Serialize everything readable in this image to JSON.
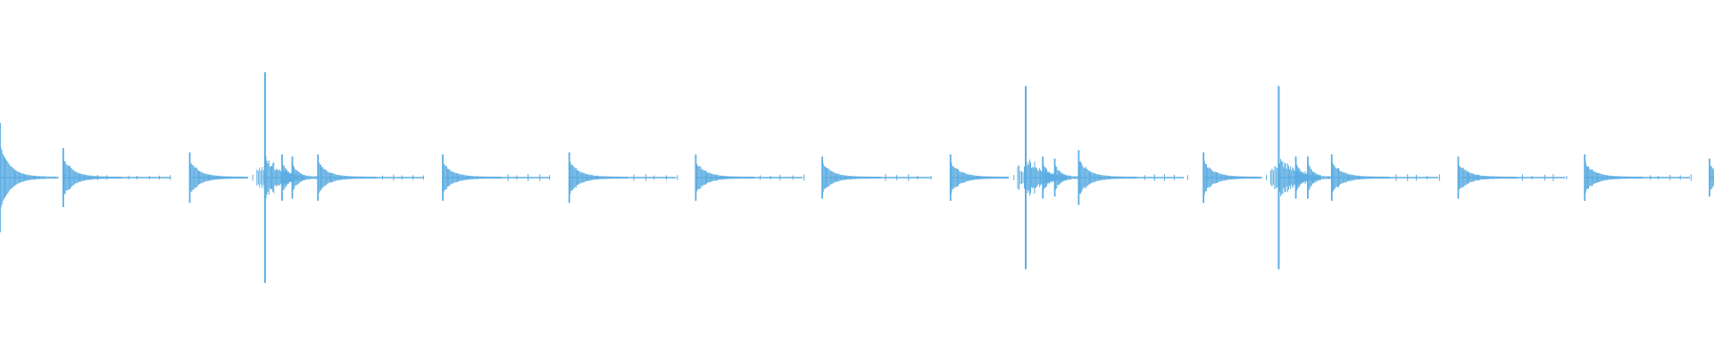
{
  "waveform": {
    "color": "#5dade2",
    "background": "#ffffff",
    "icon": "audio-waveform",
    "events": [
      {
        "t": 0.0,
        "amp": 0.52,
        "kind": "hit"
      },
      {
        "t": 0.037,
        "amp": 0.28,
        "kind": "hit"
      },
      {
        "t": 0.111,
        "amp": 0.24,
        "kind": "hit"
      },
      {
        "t": 0.155,
        "amp": 1.0,
        "kind": "accent"
      },
      {
        "t": 0.165,
        "amp": 0.22,
        "kind": "ripple"
      },
      {
        "t": 0.171,
        "amp": 0.2,
        "kind": "ripple"
      },
      {
        "t": 0.186,
        "amp": 0.22,
        "kind": "hit"
      },
      {
        "t": 0.259,
        "amp": 0.22,
        "kind": "hit"
      },
      {
        "t": 0.333,
        "amp": 0.24,
        "kind": "hit"
      },
      {
        "t": 0.407,
        "amp": 0.22,
        "kind": "hit"
      },
      {
        "t": 0.481,
        "amp": 0.2,
        "kind": "hit"
      },
      {
        "t": 0.556,
        "amp": 0.22,
        "kind": "hit"
      },
      {
        "t": 0.6,
        "amp": 0.87,
        "kind": "accent"
      },
      {
        "t": 0.61,
        "amp": 0.2,
        "kind": "ripple"
      },
      {
        "t": 0.617,
        "amp": 0.18,
        "kind": "ripple"
      },
      {
        "t": 0.631,
        "amp": 0.26,
        "kind": "hit"
      },
      {
        "t": 0.704,
        "amp": 0.24,
        "kind": "hit"
      },
      {
        "t": 0.748,
        "amp": 0.87,
        "kind": "accent"
      },
      {
        "t": 0.758,
        "amp": 0.2,
        "kind": "ripple"
      },
      {
        "t": 0.765,
        "amp": 0.2,
        "kind": "ripple"
      },
      {
        "t": 0.779,
        "amp": 0.22,
        "kind": "hit"
      },
      {
        "t": 0.853,
        "amp": 0.2,
        "kind": "hit"
      },
      {
        "t": 0.927,
        "amp": 0.22,
        "kind": "hit"
      },
      {
        "t": 1.0,
        "amp": 0.18,
        "kind": "hit"
      }
    ]
  }
}
